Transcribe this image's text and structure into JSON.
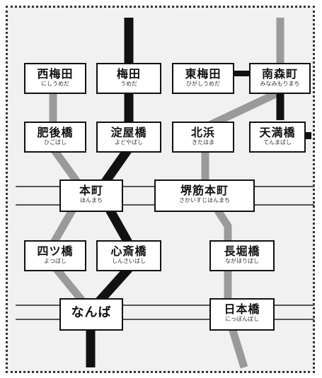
{
  "map": {
    "colors": {
      "background": "#f1f1f1",
      "line_black": "#111111",
      "line_gray": "#9a9a9a",
      "line_thin": "#555555",
      "box_border": "#111111",
      "box_fill": "#ffffff"
    }
  },
  "stations": {
    "nishiumeda": {
      "name": "西梅田",
      "reading": "にしうめだ"
    },
    "umeda": {
      "name": "梅田",
      "reading": "うめだ"
    },
    "higashiumeda": {
      "name": "東梅田",
      "reading": "ひがしうめだ"
    },
    "minamimorimachi": {
      "name": "南森町",
      "reading": "みなみもりまち"
    },
    "higobashi": {
      "name": "肥後橋",
      "reading": "ひごばし"
    },
    "yodoyabashi": {
      "name": "淀屋橋",
      "reading": "よどやばし"
    },
    "kitahama": {
      "name": "北浜",
      "reading": "きたはま"
    },
    "tenmabashi": {
      "name": "天満橋",
      "reading": "てんまばし"
    },
    "honmachi": {
      "name": "本町",
      "reading": "ほんまち"
    },
    "sakaisujihonmachi": {
      "name": "堺筋本町",
      "reading": "さかいすじほんまち"
    },
    "yotsubashi": {
      "name": "四ツ橋",
      "reading": "よつばし"
    },
    "shinsaibashi": {
      "name": "心斎橋",
      "reading": "しんさいばし"
    },
    "nagahoribashi": {
      "name": "長堀橋",
      "reading": "ながほりばし"
    },
    "namba": {
      "name": "なんば",
      "reading": ""
    },
    "nipponbashi": {
      "name": "日本橋",
      "reading": "にっぽんばし"
    }
  }
}
